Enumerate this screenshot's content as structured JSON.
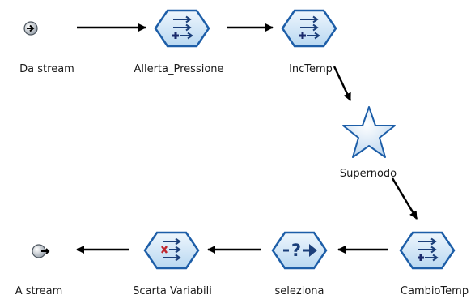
{
  "canvas_bg": "#ffffff",
  "colors": {
    "node_fill": "#c9e3f5",
    "node_stroke": "#1d5ea8",
    "node_arrow": "#1b3f7a",
    "node_plus": "#1a2a6c",
    "remove_x": "#c0262d",
    "star_fill": "#d6e8f8",
    "link": "#000000"
  },
  "nodes": {
    "da_stream": {
      "label": "Da stream",
      "icon": "stream-input-icon"
    },
    "allerta_pressione": {
      "label": "Allerta_Pressione",
      "icon": "derive-icon"
    },
    "inctemp": {
      "label": "IncTemp",
      "icon": "derive-icon"
    },
    "supernodo": {
      "label": "Supernodo",
      "icon": "supernode-star-icon"
    },
    "cambiotemp": {
      "label": "CambioTemp",
      "icon": "derive-icon"
    },
    "seleziona": {
      "label": "seleziona",
      "icon": "select-icon"
    },
    "scarta_variabili": {
      "label": "Scarta Variabili",
      "icon": "filter-icon"
    },
    "a_stream": {
      "label": "A stream",
      "icon": "stream-output-icon"
    }
  }
}
